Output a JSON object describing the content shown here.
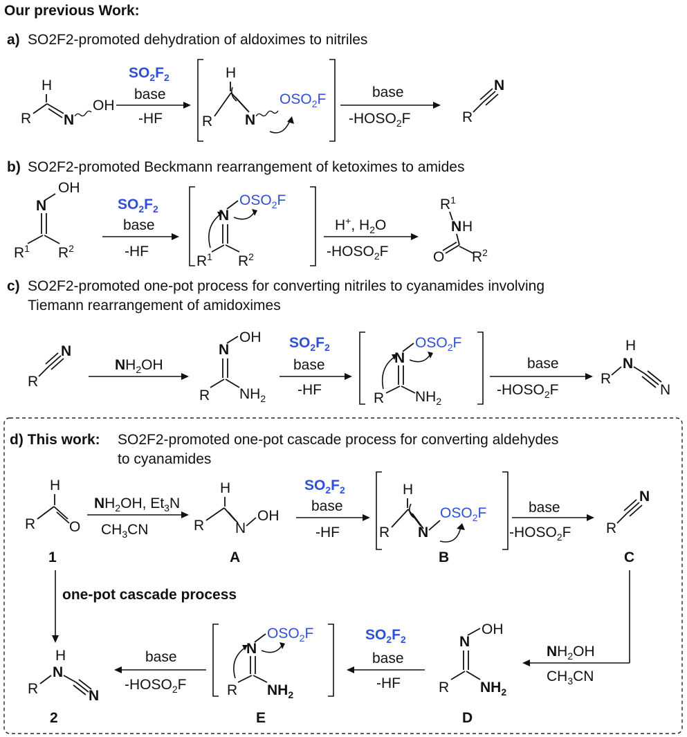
{
  "figure": {
    "header": "Our previous Work:",
    "sections": {
      "a": {
        "tag": "a)",
        "title": "SO2F2-promoted dehydration of aldoximes to nitriles",
        "reagent": "SO2F2",
        "base": "base",
        "byproduct1": "-HF",
        "step2_top": "base",
        "step2_bottom": "-HOSO2F"
      },
      "b": {
        "tag": "b)",
        "title": "SO2F2-promoted Beckmann rearrangement of ketoximes to amides",
        "reagent": "SO2F2",
        "base": "base",
        "byproduct1": "-HF",
        "step2_top": "H+, H2O",
        "step2_bottom": "-HOSO2F"
      },
      "c": {
        "tag": "c)",
        "title_line1": "SO2F2-promoted one-pot process for converting nitriles to cyanamides involving",
        "title_line2": "Tiemann rearrangement of amidoximes",
        "step1": "NH2OH",
        "reagent": "SO2F2",
        "base": "base",
        "byproduct1": "-HF",
        "step3_top": "base",
        "step3_bottom": "-HOSO2F"
      },
      "d": {
        "tag": "d) This work:",
        "title_line1": "SO2F2-promoted one-pot cascade process for converting aldehydes",
        "title_line2": "to cyanamides",
        "step1_top": "NH2OH, Et3N",
        "step1_bottom": "CH3CN",
        "reagent": "SO2F2",
        "base": "base",
        "byproduct1": "-HF",
        "step3_top": "base",
        "step3_bottom": "-HOSO2F",
        "cascade_label": "one-pot cascade process",
        "step_cd_top": "NH2OH",
        "step_cd_bottom": "CH3CN",
        "step_de_reagent": "SO2F2",
        "step_de_base": "base",
        "step_de_byproduct": "-HF",
        "step_e2_top": "base",
        "step_e2_bottom": "-HOSO2F",
        "labels": [
          "1",
          "A",
          "B",
          "C",
          "D",
          "E",
          "2"
        ]
      }
    },
    "atoms": {
      "R": "R",
      "N": "N",
      "H": "H",
      "O": "O",
      "OH": "OH",
      "OSO2F": "OSO2F",
      "NH2": "NH2",
      "NH": "NH",
      "R1": "R1",
      "R2": "R2"
    },
    "colors": {
      "reagent": "#2f4fd8",
      "text": "#111111"
    }
  }
}
